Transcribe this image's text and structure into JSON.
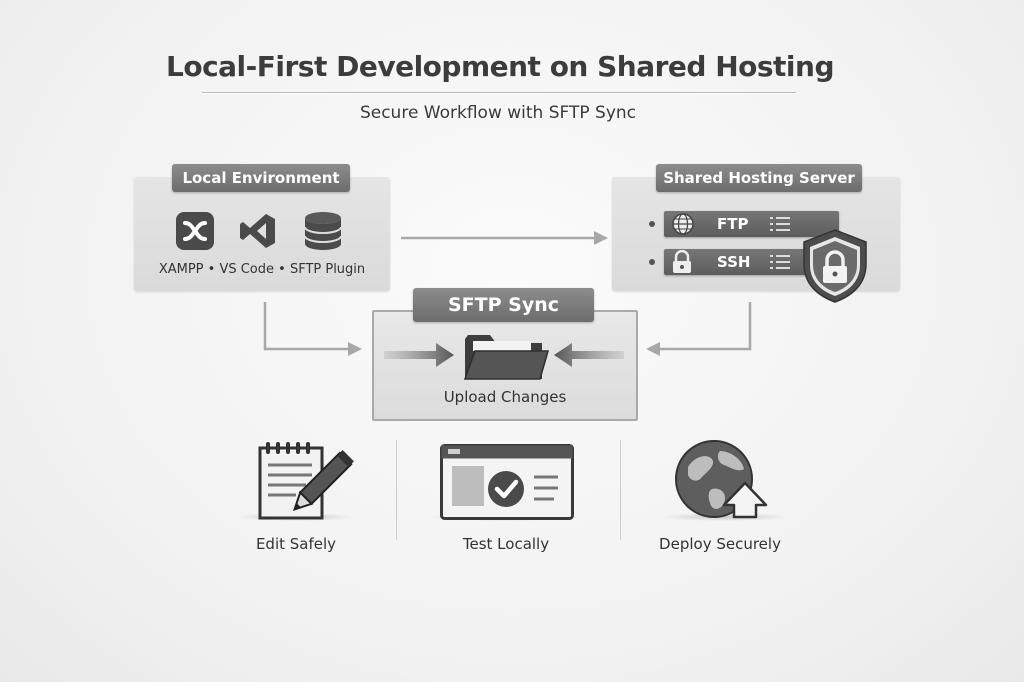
{
  "title": "Local-First Development on Shared Hosting",
  "subtitle": "Secure Workflow with SFTP Sync",
  "local": {
    "header": "Local Environment",
    "caption": "XAMPP • VS Code • SFTP Plugin",
    "icons": [
      "xampp-icon",
      "vscode-icon",
      "database-icon"
    ]
  },
  "server": {
    "header": "Shared Hosting Server",
    "rows": [
      {
        "label": "FTP",
        "icon": "globe-icon"
      },
      {
        "label": "SSH",
        "icon": "lock-icon"
      }
    ],
    "badge_icon": "shield-lock-icon"
  },
  "sync": {
    "header": "SFTP Sync",
    "caption": "Upload Changes",
    "icon": "folder-icon"
  },
  "steps": [
    {
      "label": "Edit Safely",
      "icon": "notepad-pencil-icon"
    },
    {
      "label": "Test Locally",
      "icon": "browser-check-icon"
    },
    {
      "label": "Deploy Securely",
      "icon": "globe-upload-icon"
    }
  ],
  "colors": {
    "header_bg": "#7a7a7a",
    "panel_bg": "#e0e0e0",
    "arrow": "#a8a8a8",
    "text": "#333333"
  }
}
